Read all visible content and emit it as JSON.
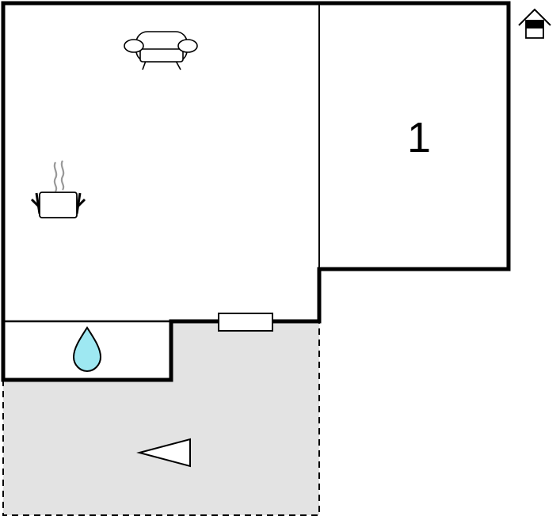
{
  "floor_plan": {
    "rooms": [
      {
        "id": "living-kitchen",
        "icons": [
          "sofa-icon",
          "cooking-pot-icon"
        ]
      },
      {
        "id": "bedroom",
        "label": "1"
      },
      {
        "id": "bathroom",
        "icons": [
          "water-drop-icon"
        ]
      },
      {
        "id": "terrace",
        "icons": [
          "direction-arrow-icon"
        ],
        "style": "dashed"
      }
    ],
    "room_1_label": "1",
    "corner_icon": "house-icon",
    "colors": {
      "wall": "#000000",
      "terrace_fill": "#e3e3e3",
      "water_drop": "#9ee8f2",
      "steam": "#999999"
    }
  }
}
